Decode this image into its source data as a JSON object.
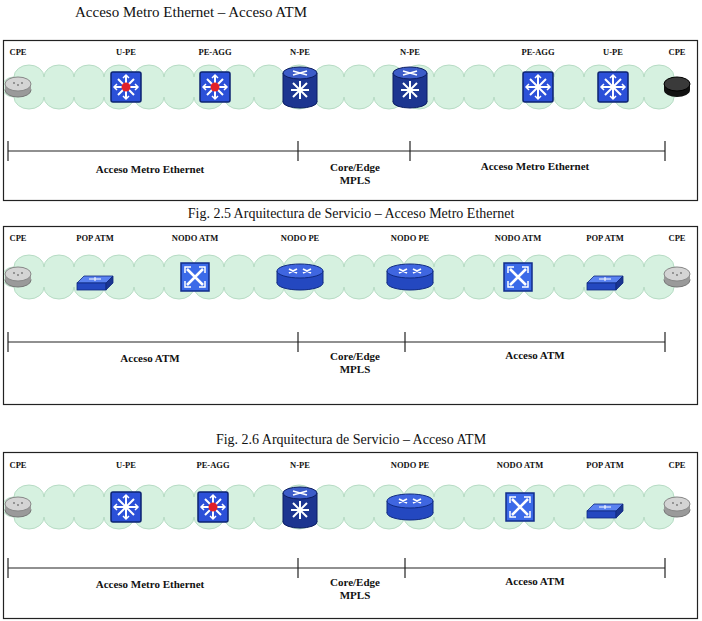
{
  "diagram": {
    "title": "Acceso Metro Ethernet – Acceso ATM",
    "nodes": [
      {
        "text": [
          "CPE"
        ]
      },
      {
        "text": [
          "U-PE"
        ]
      },
      {
        "text": [
          "PE-AGG"
        ]
      },
      {
        "text": [
          "N-PE"
        ]
      },
      {
        "text": [
          "N-PE"
        ]
      },
      {
        "text": [
          "PE-AGG"
        ]
      },
      {
        "text": [
          "U-PE"
        ]
      },
      {
        "text": [
          "CPE"
        ]
      },
      {
        "text": [
          "CPE"
        ]
      },
      {
        "text": [
          "POP ATM"
        ]
      },
      {
        "text": [
          "NODO ATM"
        ]
      },
      {
        "text": [
          "NODO PE"
        ]
      },
      {
        "text": [
          "NODO PE"
        ]
      },
      {
        "text": [
          "NODO ATM"
        ]
      },
      {
        "text": [
          "POP ATM"
        ]
      },
      {
        "text": [
          "CPE"
        ]
      },
      {
        "text": [
          "CPE"
        ]
      },
      {
        "text": [
          "U-PE"
        ]
      },
      {
        "text": [
          "PE-AGG"
        ]
      },
      {
        "text": [
          "N-PE"
        ]
      },
      {
        "text": [
          "NODO PE"
        ]
      },
      {
        "text": [
          "NODO ATM"
        ]
      },
      {
        "text": [
          "POP ATM"
        ]
      },
      {
        "text": [
          "CPE"
        ]
      }
    ],
    "labels": [
      "Acceso Metro Ethernet",
      "Core/Edge MPLS",
      "Acceso Metro Ethernet",
      "Fig. 2.5 Arquitectura de Servicio – Acceso Metro Ethernet",
      "Acceso ATM",
      "Core/Edge MPLS",
      "Acceso ATM",
      "Fig. 2.6 Arquitectura de Servicio – Acceso ATM",
      "Acceso Metro Ethernet",
      "Core/Edge MPLS",
      "Acceso ATM"
    ]
  }
}
